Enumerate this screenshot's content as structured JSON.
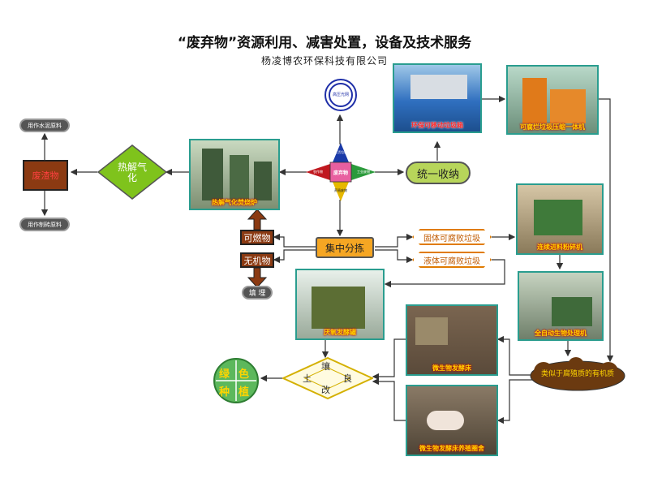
{
  "header": {
    "title": "“废弃物”资源利用、减害处置，设备及技术服务",
    "company": "杨凌博农环保科技有限公司"
  },
  "top_circle": {
    "label": "高压光网"
  },
  "center": {
    "core_label": "废弃物",
    "arm_top": "生活垃圾",
    "arm_bottom": "养殖废物",
    "arm_left": "农作物",
    "arm_right": "工业废物"
  },
  "nodes": {
    "collect": "统一收纳",
    "sorting": "集中分拣",
    "combustible": "可燃物",
    "inorganic": "无机物",
    "landfill": "填 埋",
    "pyrolysis": "热解气化",
    "waste_residue": "废渣物",
    "use_cement": "用作水泥原料",
    "use_brick": "用作制砖原料",
    "solid_waste": "固体可腐败垃圾",
    "liquid_waste": "液体可腐败垃圾",
    "organic_matter": "类似于腐殖质的有机质",
    "soil_improve_chars": [
      "壤",
      "土",
      "良",
      "改"
    ],
    "green_chars": [
      "绿",
      "色",
      "种",
      "植"
    ]
  },
  "photos": {
    "env_bin": "环保可移动垃圾箱",
    "compressor": "可腐烂垃圾压缩一体机",
    "incinerator": "热解气化焚烧炉",
    "feeder": "连续进料粉碎机",
    "tank": "厌氧发酵罐",
    "bio_processor": "全自动生物处理机",
    "fermentation_bed": "微生物发酵床",
    "pig_pen": "微生物发酵床养殖圈舍"
  },
  "colors": {
    "accent_green": "#2e7d32",
    "brand_red": "#c00000",
    "connector": "#333333"
  }
}
